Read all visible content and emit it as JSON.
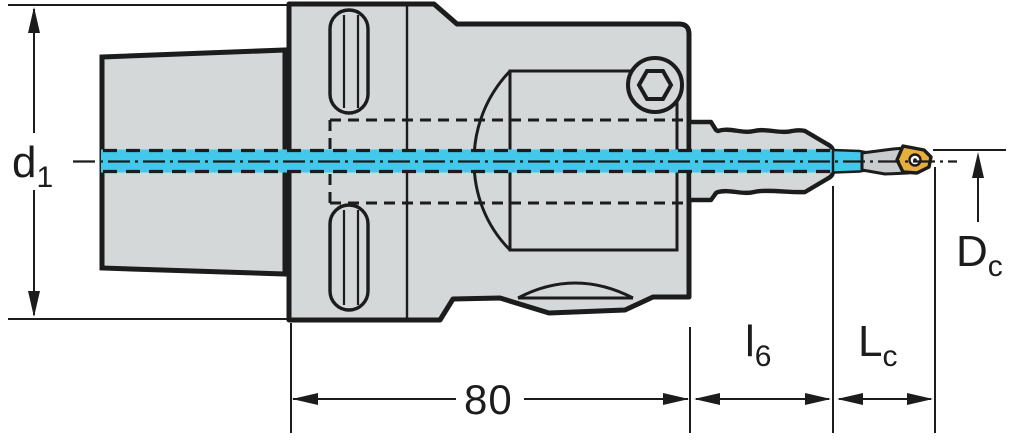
{
  "drawing": {
    "kind": "tool-holder-technical-drawing",
    "labels": {
      "d1": {
        "base": "d",
        "sub": "1"
      },
      "len80": {
        "text": "80"
      },
      "l6": {
        "base": "l",
        "sub": "6"
      },
      "lc": {
        "base": "L",
        "sub": "c"
      },
      "dc": {
        "base": "D",
        "sub": "c"
      }
    },
    "colors": {
      "background": "#FFFFFF",
      "body": "#D4D8D9",
      "outline": "#1C1C1C",
      "coolant": "#41C8EA",
      "insert": "#E8AE3C",
      "insert_holder": "#C9CDCD",
      "screw_hole": "#FFFFFF",
      "dimension": "#1C1C1C"
    }
  }
}
